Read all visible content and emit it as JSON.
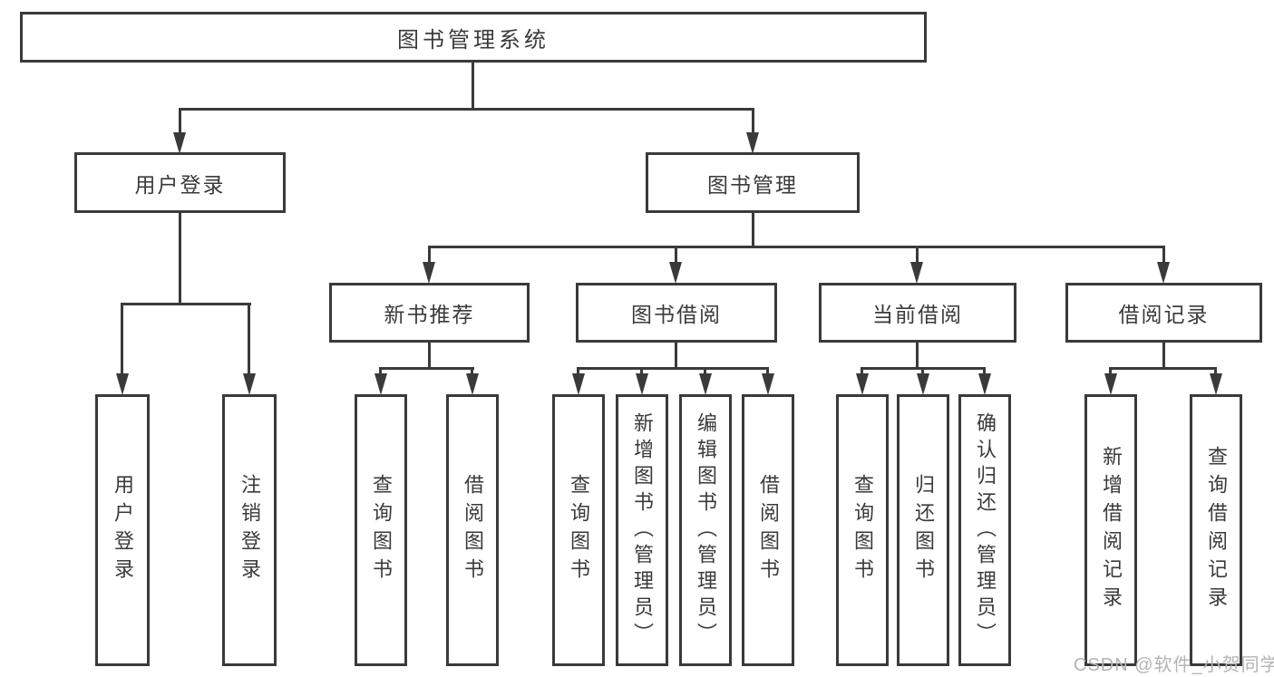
{
  "title": "图书管理系统",
  "tree": {
    "root": {
      "label": "图书管理系统",
      "children": [
        {
          "label": "用户登录",
          "children": [
            {
              "label": "用户登录"
            },
            {
              "label": "注销登录"
            }
          ]
        },
        {
          "label": "图书管理",
          "children": [
            {
              "label": "新书推荐",
              "children": [
                {
                  "label": "查询图书"
                },
                {
                  "label": "借阅图书"
                }
              ]
            },
            {
              "label": "图书借阅",
              "children": [
                {
                  "label": "查询图书"
                },
                {
                  "label": "新增图书（管理员）"
                },
                {
                  "label": "编辑图书（管理员）"
                },
                {
                  "label": "借阅图书"
                }
              ]
            },
            {
              "label": "当前借阅",
              "children": [
                {
                  "label": "查询图书"
                },
                {
                  "label": "归还图书"
                },
                {
                  "label": "确认归还（管理员）"
                }
              ]
            },
            {
              "label": "借阅记录",
              "children": [
                {
                  "label": "新增借阅记录"
                },
                {
                  "label": "查询借阅记录"
                }
              ]
            }
          ]
        }
      ]
    }
  },
  "watermark": {
    "text": "CSDN @软件_小贺同学"
  },
  "colors": {
    "line": "#3a3a3a",
    "text": "#3a3a3a",
    "box_background": "#ffffff",
    "page_background": "#ffffff",
    "watermark": "#b3b3b3"
  }
}
